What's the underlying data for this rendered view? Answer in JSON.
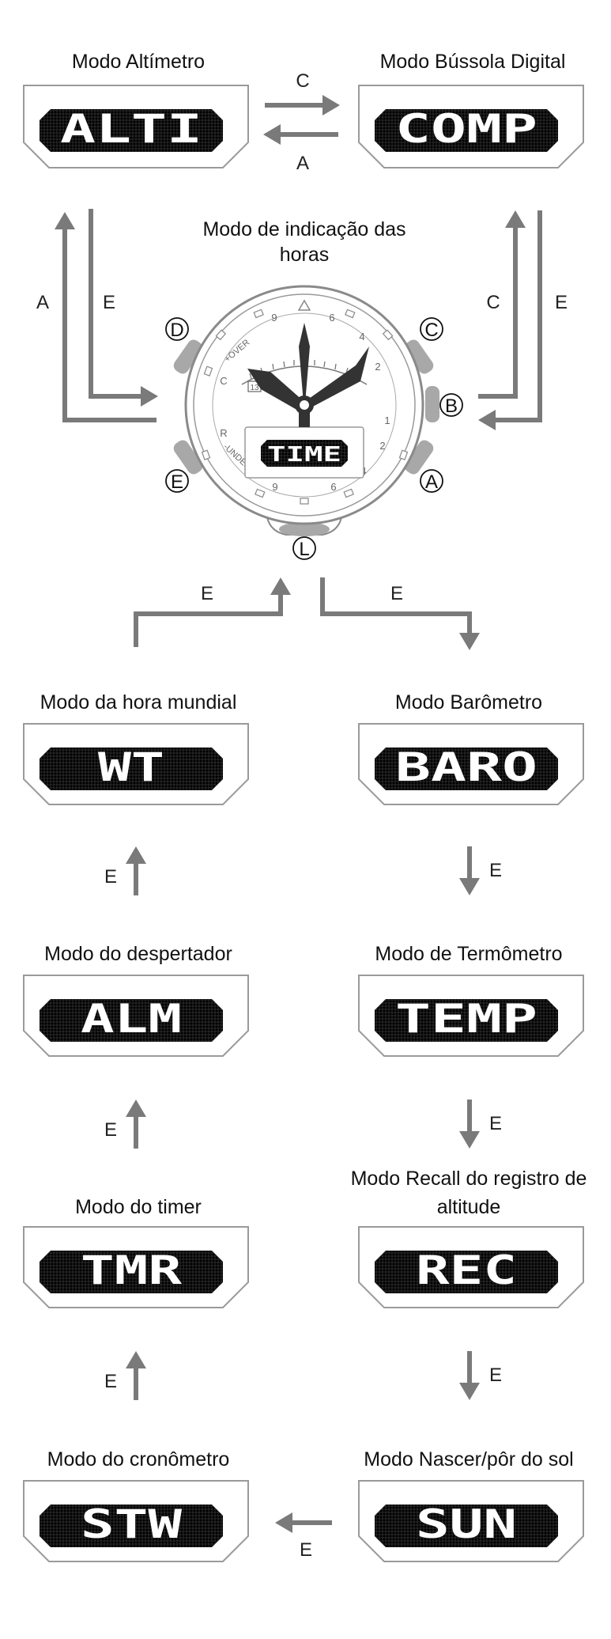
{
  "colors": {
    "arrow": "#7a7a7a",
    "panel_border": "#9a9a9a",
    "lcd_background": "#000000",
    "lcd_text": "#ffffff",
    "watch_outline": "#8a8a8a",
    "watch_button": "#a8a8a8"
  },
  "modes": {
    "altimeter": {
      "title": "Modo Altímetro",
      "display": "ALTI"
    },
    "compass": {
      "title": "Modo Bússola Digital",
      "display": "COMP"
    },
    "timekeeping": {
      "title_line1": "Modo de indicação das",
      "title_line2": "horas"
    },
    "world_time": {
      "title": "Modo da hora mundial",
      "display": "WT"
    },
    "barometer": {
      "title": "Modo Barômetro",
      "display": "BARO"
    },
    "alarm": {
      "title": "Modo do despertador",
      "display": "ALM"
    },
    "thermometer": {
      "title": "Modo de Termômetro",
      "display": "TEMP"
    },
    "timer": {
      "title": "Modo do timer",
      "display": "TMR"
    },
    "altitude_recall": {
      "title_line1": "Modo Recall do registro de",
      "title_line2": "altitude",
      "display": "REC"
    },
    "stopwatch": {
      "title": "Modo do cronômetro",
      "display": "STW"
    },
    "sunrise_sunset": {
      "title": "Modo Nascer/pôr do sol",
      "display": "SUN"
    }
  },
  "transitions": {
    "alti_to_comp": "C",
    "comp_to_alti": "A",
    "time_to_alti": "A",
    "alti_to_time": "E",
    "time_to_comp": "C",
    "comp_to_time": "E",
    "wt_to_time": "E",
    "time_to_baro": "E",
    "alm_to_wt": "E",
    "baro_to_temp": "E",
    "tmr_to_alm": "E",
    "temp_to_rec": "E",
    "stw_to_tmr": "E",
    "rec_to_sun": "E",
    "sun_to_stw": "E"
  },
  "watch": {
    "display": "TIME",
    "buttons": {
      "a": "A",
      "b": "B",
      "c": "C",
      "d": "D",
      "e": "E",
      "l": "L"
    },
    "dial": {
      "over_label": "+OVER",
      "under_label": "-UNDER",
      "mark_c": "C",
      "mark_r": "R",
      "mark_13": "13",
      "num_9_top": "9",
      "num_6_top": "6",
      "num_4_top": "4",
      "num_2_top": "2",
      "num_1": "1",
      "num_2_bottom": "2",
      "num_4_bottom": "4",
      "num_6_bottom": "6",
      "num_9_bottom": "9"
    }
  }
}
